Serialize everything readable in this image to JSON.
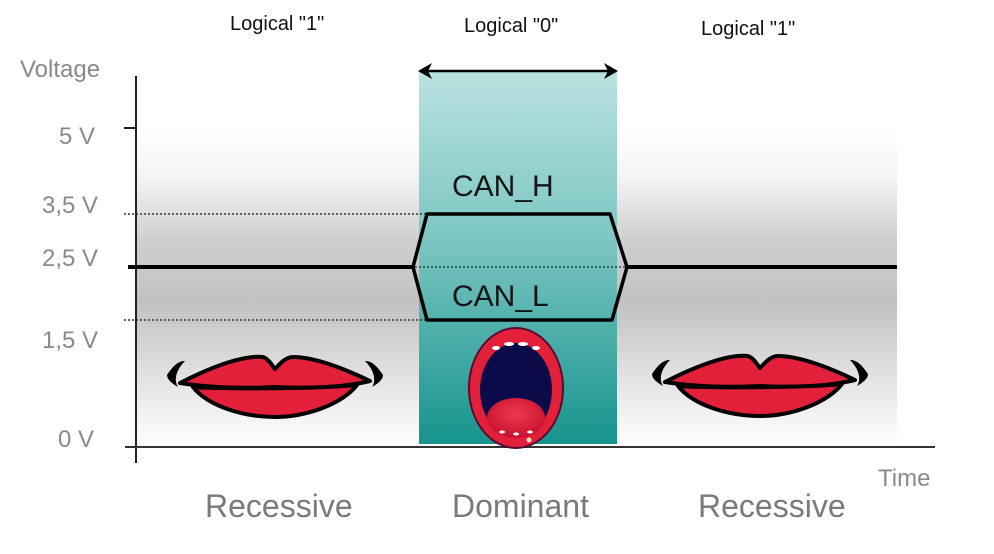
{
  "diagram": {
    "title_labels": [
      {
        "text": "Logical \"1\"",
        "segment": "recessive-left"
      },
      {
        "text": "Logical \"0\"",
        "segment": "dominant"
      },
      {
        "text": "Logical \"1\"",
        "segment": "recessive-right"
      }
    ],
    "y_axis": {
      "label": "Voltage",
      "ticks": [
        {
          "label": "5 V",
          "value": 5
        },
        {
          "label": "3,5 V",
          "value": 3.5
        },
        {
          "label": "2,5 V",
          "value": 2.5
        },
        {
          "label": "1,5 V",
          "value": 1.5
        },
        {
          "label": "0 V",
          "value": 0
        }
      ]
    },
    "x_axis": {
      "label": "Time"
    },
    "signals": {
      "can_h": {
        "label": "CAN_H",
        "recessive_voltage": 2.5,
        "dominant_voltage": 3.5
      },
      "can_l": {
        "label": "CAN_L",
        "recessive_voltage": 2.5,
        "dominant_voltage": 1.5
      }
    },
    "states": [
      {
        "label": "Recessive",
        "icon": "closed-lips-icon"
      },
      {
        "label": "Dominant",
        "icon": "open-mouth-icon"
      },
      {
        "label": "Recessive",
        "icon": "closed-lips-icon"
      }
    ],
    "colors": {
      "dominant_band_top": "#b9e2e0",
      "dominant_band_bottom": "#16938d",
      "lips_red": "#e3203a",
      "mouth_dark": "#0b0b4a",
      "axis_text": "#8a8a8a",
      "state_text": "#7a7a7a"
    }
  }
}
